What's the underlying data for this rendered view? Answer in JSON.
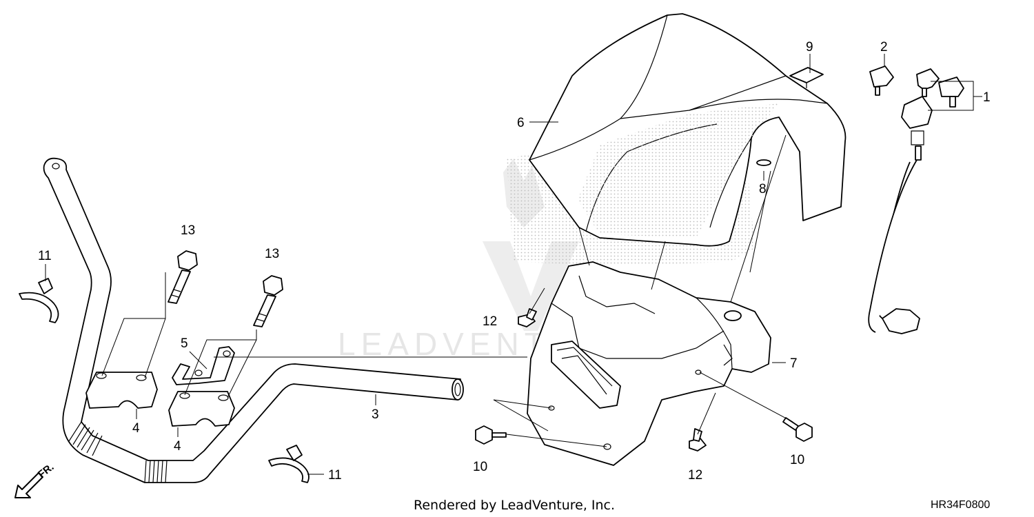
{
  "callouts": [
    {
      "id": "c1",
      "label": "1"
    },
    {
      "id": "c2",
      "label": "2"
    },
    {
      "id": "c3",
      "label": "3"
    },
    {
      "id": "c4a",
      "label": "4"
    },
    {
      "id": "c4b",
      "label": "4"
    },
    {
      "id": "c5",
      "label": "5"
    },
    {
      "id": "c6",
      "label": "6"
    },
    {
      "id": "c7",
      "label": "7"
    },
    {
      "id": "c8",
      "label": "8"
    },
    {
      "id": "c9",
      "label": "9"
    },
    {
      "id": "c10a",
      "label": "10"
    },
    {
      "id": "c10b",
      "label": "10"
    },
    {
      "id": "c11a",
      "label": "11"
    },
    {
      "id": "c11b",
      "label": "11"
    },
    {
      "id": "c12a",
      "label": "12"
    },
    {
      "id": "c12b",
      "label": "12"
    },
    {
      "id": "c13a",
      "label": "13"
    },
    {
      "id": "c13b",
      "label": "13"
    }
  ],
  "direction_label": "FR.",
  "footer": "Rendered by LeadVenture, Inc.",
  "diagram_code": "HR34F0800",
  "watermark": "LEADVENTURE",
  "colors": {
    "line": "#000000",
    "watermark": "#e6e6e6",
    "stipple": "#c8c8c8"
  }
}
